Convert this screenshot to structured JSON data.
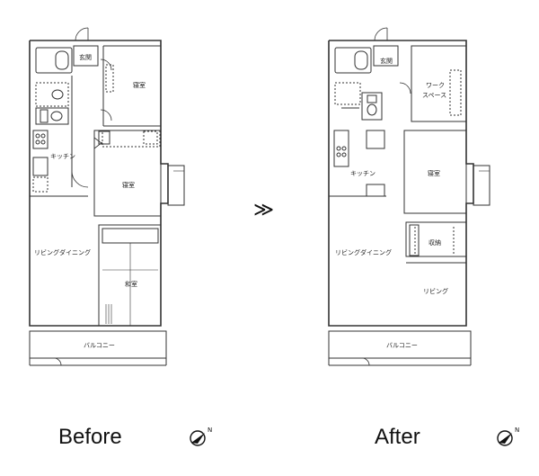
{
  "before": {
    "caption": "Before",
    "rooms": {
      "entrance": "玄関",
      "bedroom1": "寝室",
      "kitchen": "キッチン",
      "bedroom2": "寝室",
      "living": "リビングダイニング",
      "washitsu": "和室",
      "balcony": "バルコニー"
    }
  },
  "after": {
    "caption": "After",
    "rooms": {
      "entrance": "玄関",
      "work_space_1": "ワーク",
      "work_space_2": "スペース",
      "kitchen": "キッチン",
      "bedroom": "寝室",
      "storage": "収納",
      "living_dining": "リビングダイニング",
      "living": "リビング",
      "balcony": "バルコニー"
    }
  },
  "arrow": "≫",
  "compass_icon": "north-compass-icon",
  "compass_letter": "N"
}
